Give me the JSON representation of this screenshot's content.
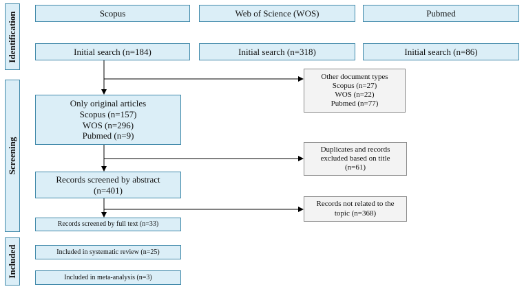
{
  "phases": {
    "identification": "Identification",
    "screening": "Screening",
    "included": "Included"
  },
  "databases": {
    "scopus": "Scopus",
    "wos": "Web of Science (WOS)",
    "pubmed": "Pubmed"
  },
  "initial_search": {
    "scopus": "Initial  search (n=184)",
    "wos": "Initial  search (n=318)",
    "pubmed": "Initial  search (n=86)"
  },
  "excluded_doc_types": [
    "Other document  types",
    "Scopus (n=27)",
    "WOS (n=22)",
    "Pubmed (n=77)"
  ],
  "original_articles": [
    "Only original articles",
    "Scopus (n=157)",
    "WOS (n=296)",
    "Pubmed (n=9)"
  ],
  "excluded_duplicates": [
    "Duplicates  and records",
    "excluded  based on title",
    "(n=61)"
  ],
  "screened_abstract": [
    "Records screened by abstract",
    "(n=401)"
  ],
  "excluded_topic": [
    "Records not related to the",
    "topic (n=368)"
  ],
  "screened_full_text": "Records screened  by full text (n=33)",
  "included_systematic": "Included  in  systematic  review (n=25)",
  "included_meta": "Included  in meta-analysis  (n=3)"
}
